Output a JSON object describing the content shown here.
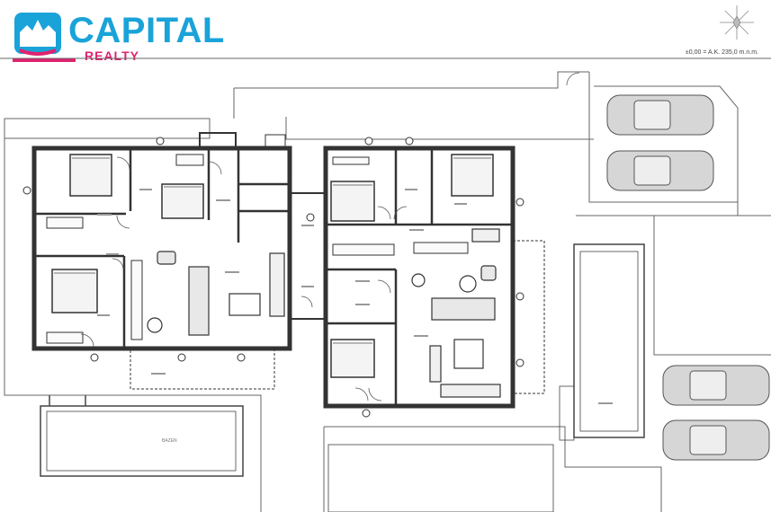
{
  "brand": {
    "name": "CAPITAL",
    "sub": "REALTY",
    "colors": {
      "primary": "#1aa3d9",
      "accent": "#e0226f"
    }
  },
  "elevation_note": "±0,00 = A.K. 235,0 m.n.m.",
  "icons": [
    "compass-rose-icon",
    "car-icon",
    "bed-icon",
    "sofa-icon",
    "table-icon"
  ]
}
